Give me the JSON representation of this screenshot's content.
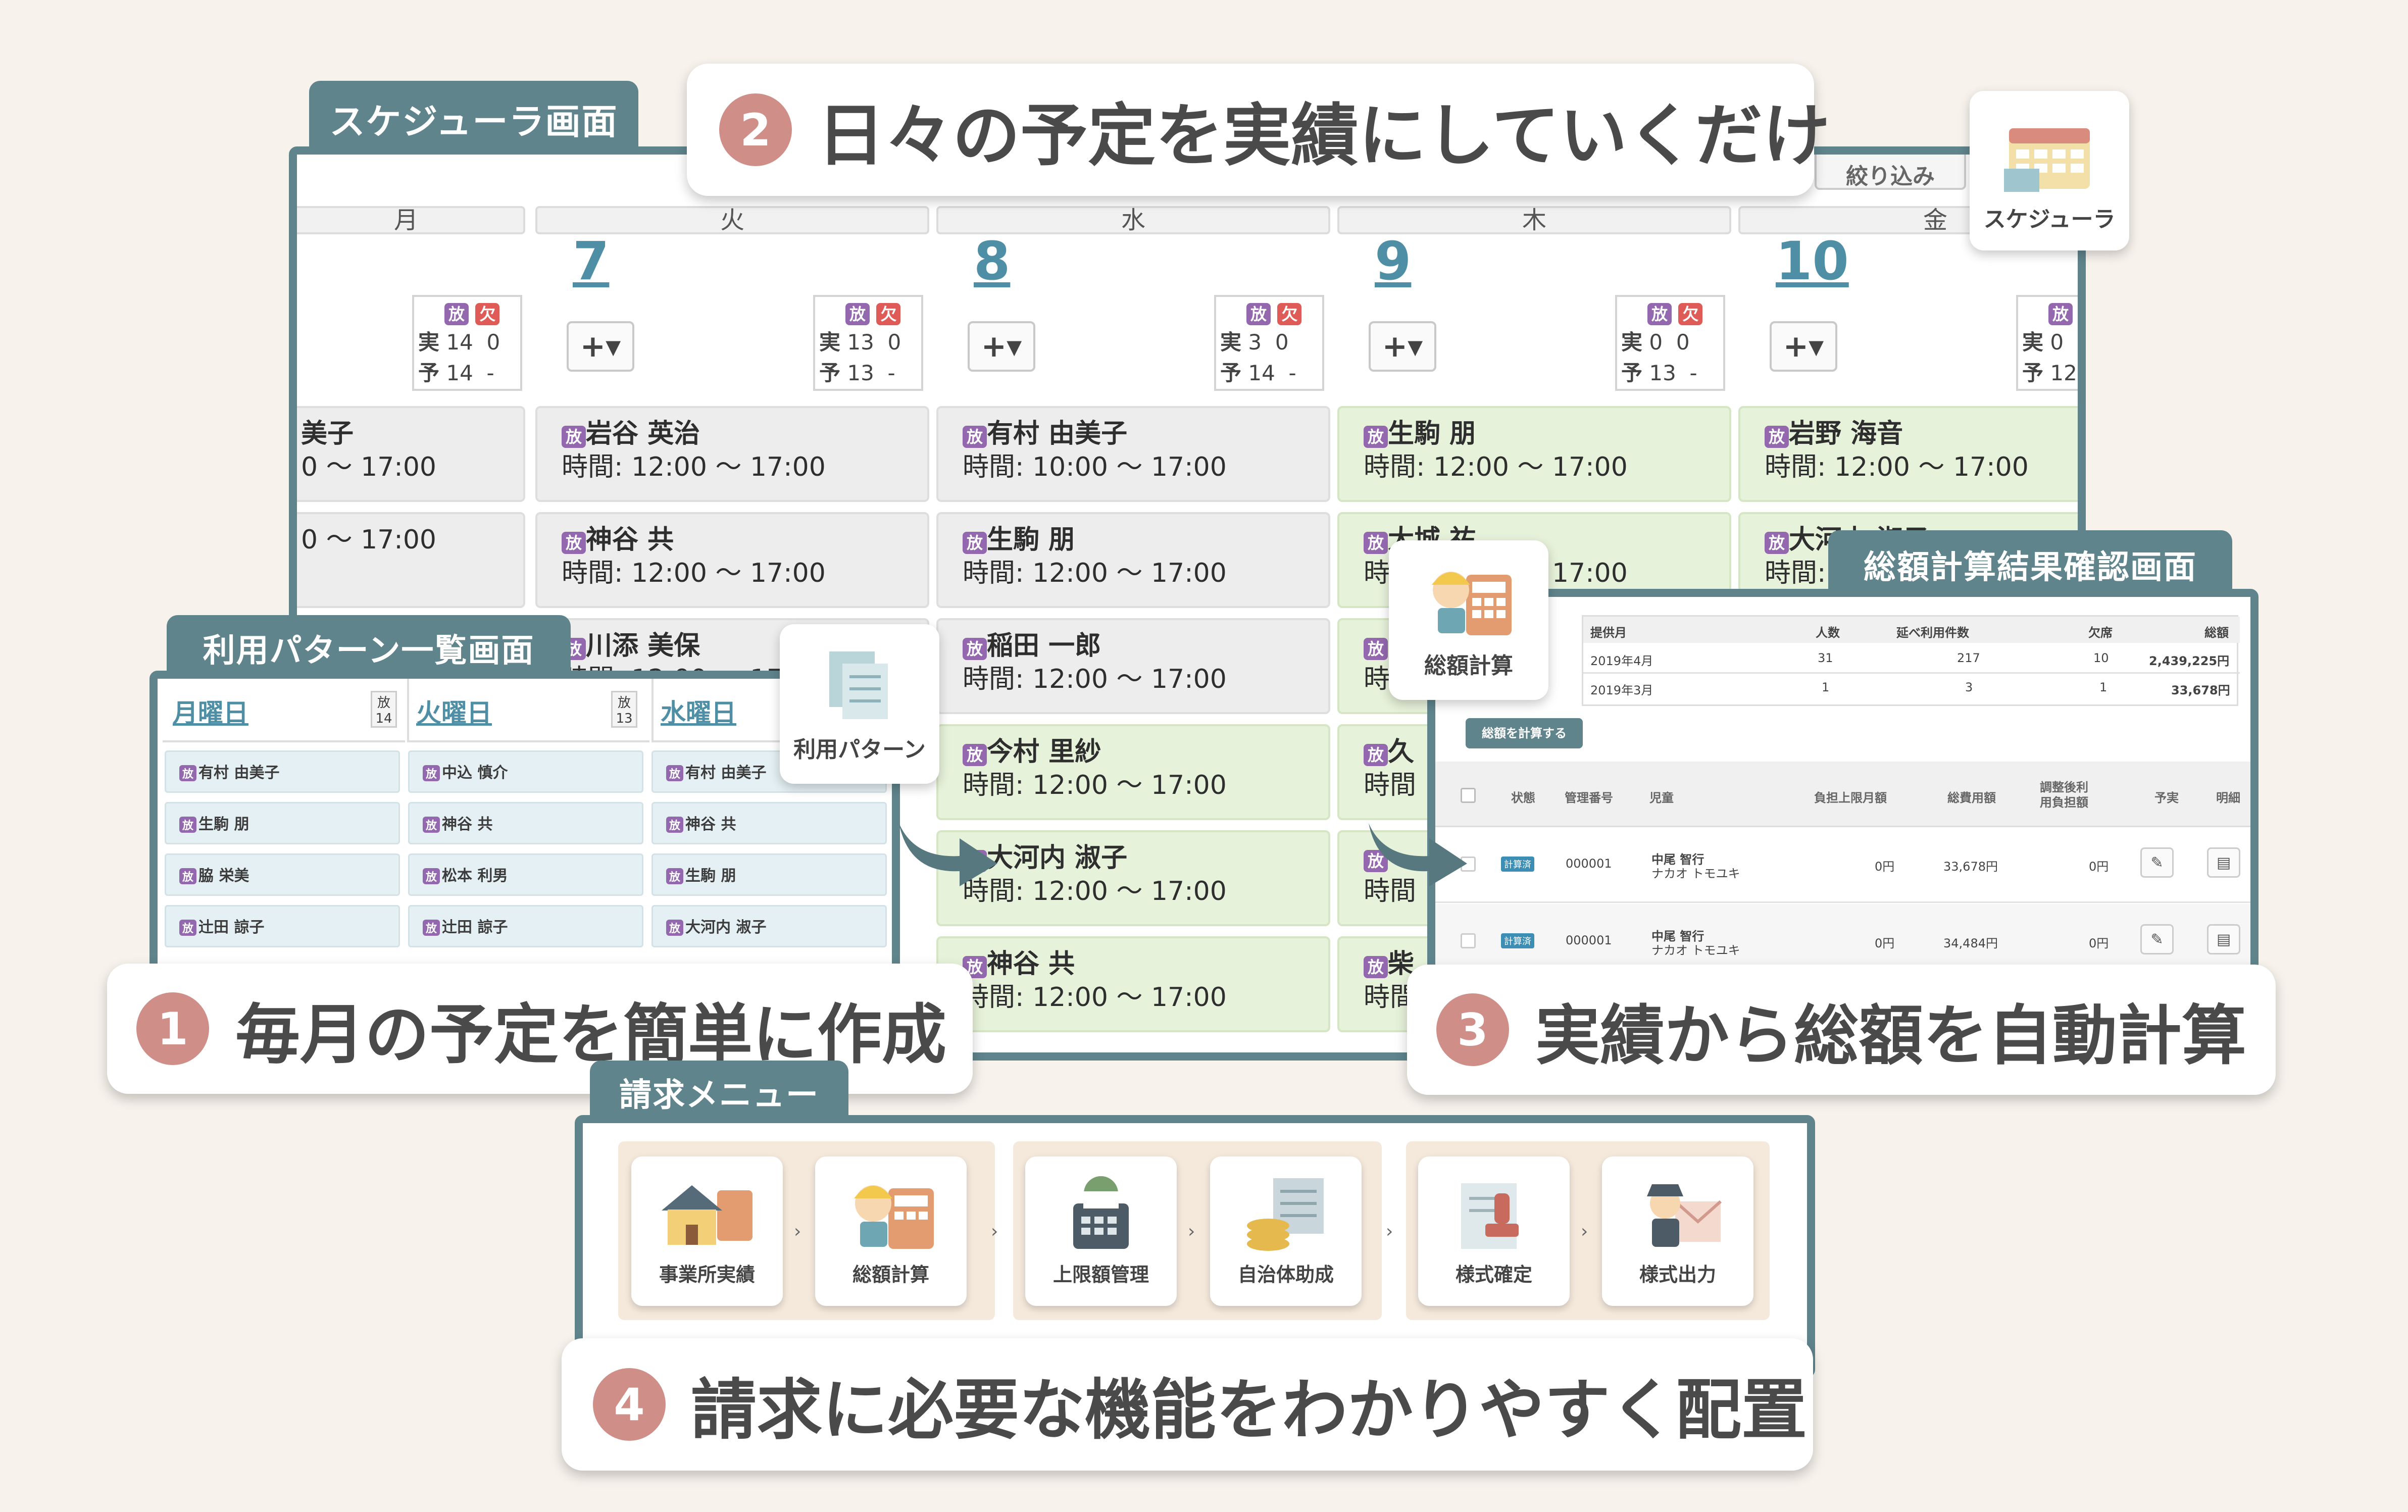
{
  "scheduler": {
    "tab_label": "スケジューラ画面",
    "filter_label": "絞り込み",
    "days": [
      {
        "weekday": "月",
        "date": "",
        "absent": "0",
        "actual": "14",
        "planned": "14",
        "dash": "-"
      },
      {
        "weekday": "火",
        "date": "7",
        "absent": "0",
        "actual": "13",
        "planned": "13",
        "dash": "-"
      },
      {
        "weekday": "水",
        "date": "8",
        "absent": "0",
        "actual": "3",
        "planned": "14",
        "dash": "-"
      },
      {
        "weekday": "木",
        "date": "9",
        "absent": "0",
        "actual": "0",
        "planned": "13",
        "dash": "-"
      },
      {
        "weekday": "金",
        "date": "10",
        "absent": "",
        "actual": "0",
        "planned": "12",
        "dash": ""
      }
    ],
    "badge_after_school": "放",
    "badge_absent": "欠",
    "label_actual": "実",
    "label_planned": "予",
    "add_button": "+▾",
    "columns": [
      {
        "events": [
          {
            "name": "美子",
            "time": "0 ～ 17:00"
          },
          {
            "name": "",
            "time": "0 ～ 17:00"
          }
        ]
      },
      {
        "events": [
          {
            "name": "岩谷 英治",
            "time": "時間: 12:00 ～ 17:00"
          },
          {
            "name": "神谷 共",
            "time": "時間: 12:00 ～ 17:00"
          },
          {
            "name": "川添 美保",
            "time": "時間: 12:00 ～ 17:00"
          }
        ]
      },
      {
        "events": [
          {
            "name": "有村 由美子",
            "time": "時間: 10:00 ～ 17:00"
          },
          {
            "name": "生駒 朋",
            "time": "時間: 12:00 ～ 17:00"
          },
          {
            "name": "稲田 一郎",
            "time": "時間: 12:00 ～ 17:00"
          },
          {
            "name": "今村 里紗",
            "time": "時間: 12:00 ～ 17:00"
          },
          {
            "name": "大河内 淑子",
            "time": "時間: 12:00 ～ 17:00"
          },
          {
            "name": "神谷 共",
            "time": "時間: 12:00 ～ 17:00"
          }
        ]
      },
      {
        "events": [
          {
            "name": "生駒 朋",
            "time": "時間: 12:00 ～ 17:00"
          },
          {
            "name": "大城 祐",
            "time": "時間: 12:00 ～ 17:00"
          },
          {
            "name": "",
            "time": "時間"
          },
          {
            "name": "久",
            "time": "時間"
          },
          {
            "name": "",
            "time": "時間"
          },
          {
            "name": "柴",
            "time": "時間"
          }
        ]
      },
      {
        "events": [
          {
            "name": "岩野 海音",
            "time": "時間: 12:00 ～ 17:00"
          },
          {
            "name": "大河内 淑子",
            "time": "時間:"
          }
        ]
      }
    ]
  },
  "pattern_screen": {
    "tab_label": "利用パターン一覧画面",
    "headers": [
      {
        "day": "月曜日",
        "count": "14"
      },
      {
        "day": "火曜日",
        "count": "13"
      },
      {
        "day": "水曜日",
        "count": ""
      }
    ],
    "badge": "放",
    "rows": [
      [
        "有村 由美子",
        "中込 慎介",
        "有村 由美子"
      ],
      [
        "生駒 朋",
        "神谷 共",
        "神谷 共"
      ],
      [
        "脇 栄美",
        "松本 利男",
        "生駒 朋"
      ],
      [
        "辻田 諒子",
        "辻田 諒子",
        "大河内 淑子"
      ]
    ]
  },
  "total_screen": {
    "tab_label": "総額計算結果確認画面",
    "summary_headers": [
      "提供月",
      "人数",
      "延べ利用件数",
      "欠席",
      "総額"
    ],
    "summary_rows": [
      [
        "2019年4月",
        "31",
        "217",
        "10",
        "2,439,225円"
      ],
      [
        "2019年3月",
        "1",
        "3",
        "1",
        "33,678円"
      ]
    ],
    "calc_button": "総額を計算する",
    "table_headers": [
      "状態",
      "管理番号",
      "児童",
      "負担上限月額",
      "総費用額",
      "調整後利用負担額",
      "予実",
      "明細"
    ],
    "rows": [
      {
        "status": "計算済",
        "id": "000001",
        "name": "中尾 智行",
        "kana": "ナカオ トモユキ",
        "limit": "0円",
        "total": "33,678円",
        "burden": "0円"
      },
      {
        "status": "計算済",
        "id": "000001",
        "name": "中尾 智行",
        "kana": "ナカオ トモユキ",
        "limit": "0円",
        "total": "34,484円",
        "burden": "0円"
      }
    ]
  },
  "icons": {
    "scheduler": "スケジューラ",
    "pattern": "利用パターン",
    "total": "総額計算"
  },
  "callouts": {
    "c1": {
      "num": "1",
      "text": "毎月の予定を簡単に作成"
    },
    "c2": {
      "num": "2",
      "text": "日々の予定を実績にしていくだけ"
    },
    "c3": {
      "num": "3",
      "text": "実績から総額を自動計算"
    },
    "c4": {
      "num": "4",
      "text": "請求に必要な機能をわかりやすく配置"
    }
  },
  "billing_menu": {
    "tab_label": "請求メニュー",
    "items": [
      "事業所実績",
      "総額計算",
      "上限額管理",
      "自治体助成",
      "様式確定",
      "様式出力"
    ],
    "arrow": "›"
  }
}
